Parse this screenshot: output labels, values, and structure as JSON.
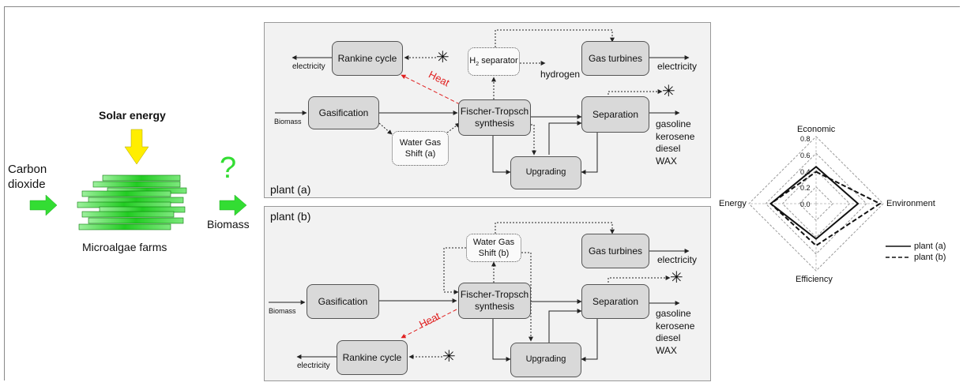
{
  "left": {
    "carbon_dioxide": "Carbon\ndioxide",
    "solar_energy": "Solar energy",
    "microalgae_farms": "Microalgae farms",
    "question_mark": "?",
    "biomass": "Biomass"
  },
  "plant_a": {
    "title": "plant (a)",
    "rankine": "Rankine cycle",
    "h2_separator_h": "H",
    "h2_separator_sub": "2",
    "h2_separator_rest": " separator",
    "gas_turbines": "Gas turbines",
    "gasification": "Gasification",
    "fischer_tropsch": "Fischer-Tropsch\nsynthesis",
    "separation": "Separation",
    "water_gas_shift": "Water Gas\nShift (a)",
    "upgrading": "Upgrading",
    "electricity_left": "electricity",
    "electricity_right": "electricity",
    "hydrogen": "hydrogen",
    "biomass_in": "Biomass",
    "heat": "Heat",
    "products": [
      "gasoline",
      "kerosene",
      "diesel",
      "WAX"
    ]
  },
  "plant_b": {
    "title": "plant (b)",
    "water_gas_shift": "Water Gas\nShift (b)",
    "gas_turbines": "Gas turbines",
    "gasification": "Gasification",
    "fischer_tropsch": "Fischer-Tropsch\nsynthesis",
    "separation": "Separation",
    "upgrading": "Upgrading",
    "rankine": "Rankine cycle",
    "electricity_right": "electricity",
    "electricity_left": "electricity",
    "biomass_in": "Biomass",
    "heat": "Heat",
    "products": [
      "gasoline",
      "kerosene",
      "diesel",
      "WAX"
    ]
  },
  "radar": {
    "axes": [
      "Economic",
      "Environment",
      "Efficiency",
      "Energy"
    ],
    "ticks": [
      "0.8",
      "0.6",
      "0.4",
      "0.2",
      "0.0"
    ],
    "legend": [
      "plant (a)",
      "plant (b)"
    ]
  },
  "chart_data": {
    "type": "radar",
    "categories": [
      "Economic",
      "Environment",
      "Efficiency",
      "Energy"
    ],
    "range": [
      0,
      0.8
    ],
    "ticks": [
      0.0,
      0.2,
      0.4,
      0.6,
      0.8
    ],
    "series": [
      {
        "name": "plant (a)",
        "values": [
          0.44,
          0.5,
          0.42,
          0.54
        ],
        "style": "solid"
      },
      {
        "name": "plant (b)",
        "values": [
          0.38,
          0.76,
          0.5,
          0.54
        ],
        "style": "dashed"
      }
    ]
  },
  "colors": {
    "arrow_green": "#33dd33",
    "solar_yellow": "#ffee00",
    "heat_red": "#e02020",
    "panel_bg": "#f2f2f2",
    "box_bg": "#d9d9d9"
  }
}
